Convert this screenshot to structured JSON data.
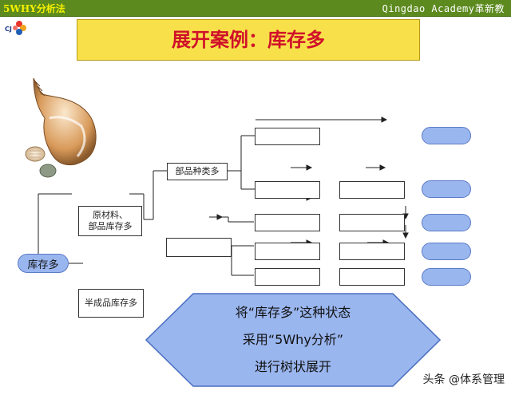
{
  "header": {
    "left_label": "5WHY分析法",
    "right_label": "Qingdao Academy革新教"
  },
  "logo": {
    "text": "CJ"
  },
  "title": "展开案例：库存多",
  "diagram": {
    "root": "库存多",
    "level1": [
      "原材料、\n部品库存多",
      "半成品库存多"
    ],
    "level2": [
      "部品种类多"
    ]
  },
  "callout": {
    "lines": [
      "将“库存多”这种状态",
      "采用“5Why分析”",
      "进行树状展开"
    ]
  },
  "watermark": "头条 @体系管理",
  "colors": {
    "header_bg": "#5c8a1e",
    "header_left_text": "#f5f000",
    "title_bg": "#f8e04a",
    "title_text": "#d0102a",
    "node_fill": "#9ab6ef",
    "callout_fill": "#9ab6ef"
  }
}
